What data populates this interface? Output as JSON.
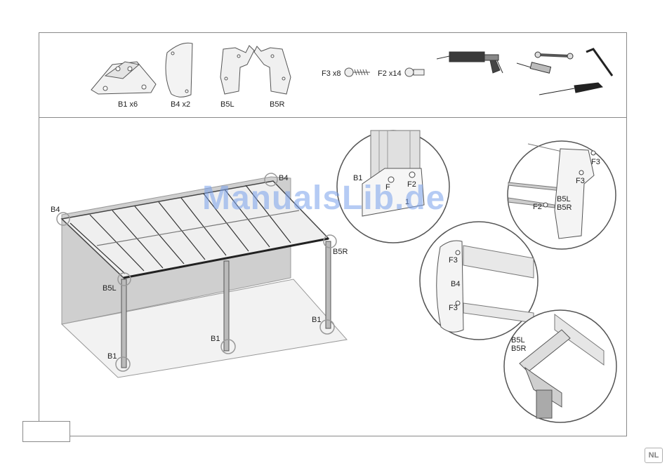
{
  "parts": {
    "b1": "B1 x6",
    "b4": "B4 x2",
    "b5l": "B5L",
    "b5r": "B5R",
    "f3": "F3 x8",
    "f2": "F2  x14"
  },
  "overview": {
    "b4_top": "B4",
    "b4_left": "B4",
    "b5r": "B5R",
    "b5l": "B5L",
    "b1_right": "B1",
    "b1_mid": "B1",
    "b1_left": "B1"
  },
  "detail_a": {
    "b1": "B1",
    "f": "F",
    "f2": "F2",
    "one": "1"
  },
  "detail_b": {
    "f3_top": "F3",
    "f3_mid": "F3",
    "f2": "F2",
    "b5l": "B5L",
    "b5r": "B5R"
  },
  "detail_c": {
    "f3_top": "F3",
    "b4": "B4",
    "f3_bottom": "F3"
  },
  "detail_d": {
    "b5l": "B5L",
    "b5r": "B5R"
  },
  "watermark": "ManualsLib.de",
  "language_tag": "NL",
  "colors": {
    "frame": "#8a8a8a",
    "wall": "#cfcfcf",
    "watermark": "#78a0eb"
  }
}
